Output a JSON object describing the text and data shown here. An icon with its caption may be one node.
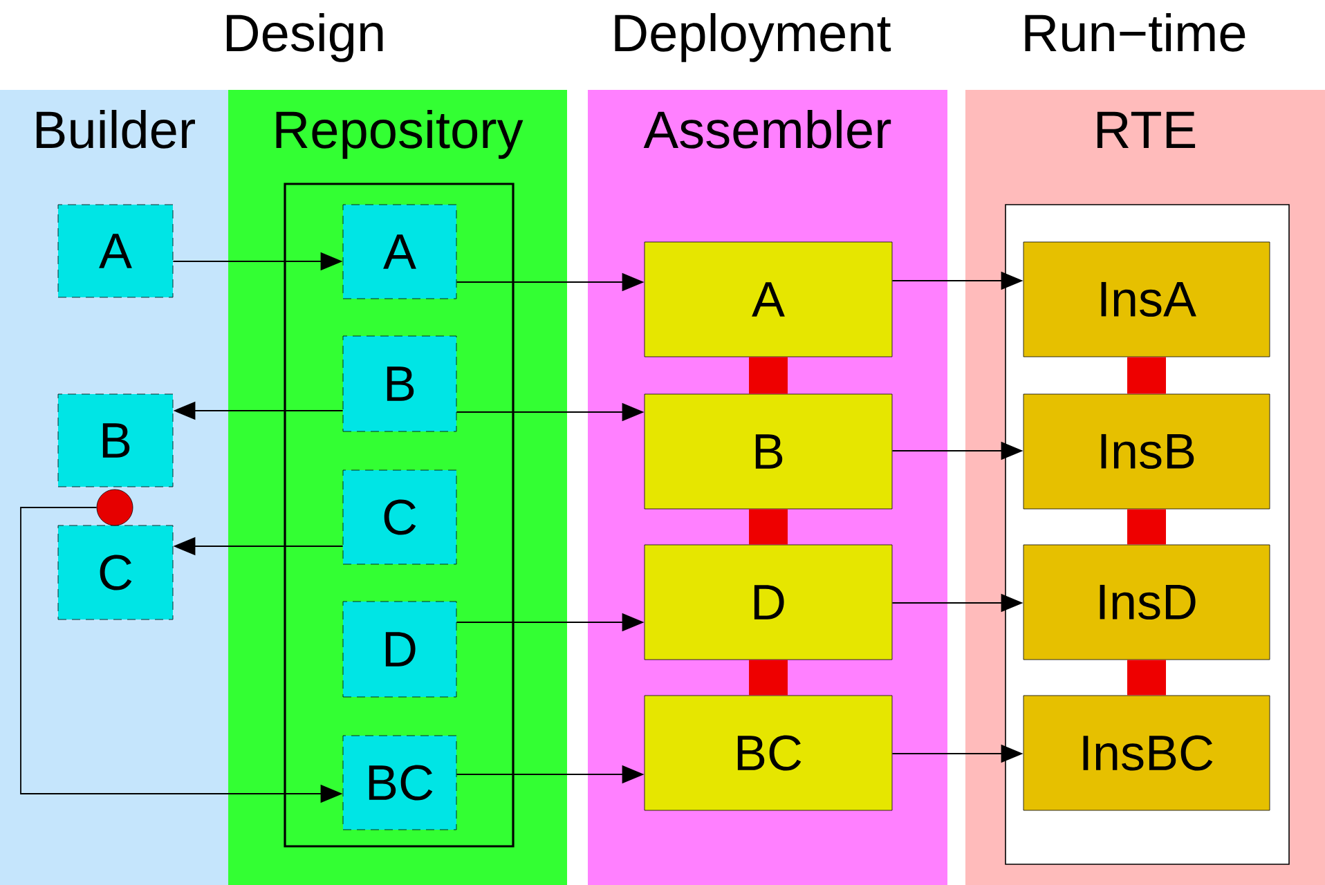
{
  "diagram": {
    "nodes": [
      {
        "text": [
          "Builder"
        ]
      },
      {
        "text": [
          "A"
        ],
        "in": 0
      },
      {
        "text": [
          "B"
        ],
        "in": 0
      },
      {
        "text": [
          "C"
        ],
        "in": 0
      },
      {
        "text": [],
        "shape": "circle",
        "in": 0
      },
      {
        "text": [
          "Repository"
        ]
      },
      {
        "text": [],
        "shape": "box",
        "in": 5
      },
      {
        "text": [
          "A"
        ],
        "in": 6
      },
      {
        "text": [
          "B"
        ],
        "in": 6
      },
      {
        "text": [
          "C"
        ],
        "in": 6
      },
      {
        "text": [
          "D"
        ],
        "in": 6
      },
      {
        "text": [
          "BC"
        ],
        "in": 6
      },
      {
        "text": [
          "Assembler"
        ]
      },
      {
        "text": [
          "A"
        ],
        "in": 12
      },
      {
        "text": [
          "B"
        ],
        "in": 12
      },
      {
        "text": [
          "D"
        ],
        "in": 12
      },
      {
        "text": [
          "BC"
        ],
        "in": 12
      },
      {
        "text": [
          "RTE"
        ]
      },
      {
        "text": [],
        "shape": "box",
        "in": 17
      },
      {
        "text": [
          "InsA"
        ],
        "in": 18
      },
      {
        "text": [
          "InsB"
        ],
        "in": 18
      },
      {
        "text": [
          "InsD"
        ],
        "in": 18
      },
      {
        "text": [
          "InsBC"
        ],
        "in": 18
      }
    ],
    "edges": [
      {
        "from": 1,
        "to": 7,
        "arrow": "to"
      },
      {
        "from": 8,
        "to": 2,
        "arrow": "to"
      },
      {
        "from": 9,
        "to": 3,
        "arrow": "to"
      },
      {
        "from": 4,
        "to": 11,
        "arrow": "to"
      },
      {
        "from": 7,
        "to": 13,
        "arrow": "to"
      },
      {
        "from": 8,
        "to": 14,
        "arrow": "to"
      },
      {
        "from": 10,
        "to": 15,
        "arrow": "to"
      },
      {
        "from": 11,
        "to": 16,
        "arrow": "to"
      },
      {
        "from": 13,
        "to": 19,
        "arrow": "to"
      },
      {
        "from": 14,
        "to": 20,
        "arrow": "to"
      },
      {
        "from": 15,
        "to": 21,
        "arrow": "to"
      },
      {
        "from": 16,
        "to": 22,
        "arrow": "to"
      },
      {
        "from": 13,
        "to": 14,
        "arrow": "none",
        "style": "thick",
        "color": "#ee0000"
      },
      {
        "from": 14,
        "to": 15,
        "arrow": "none",
        "style": "thick",
        "color": "#ee0000"
      },
      {
        "from": 15,
        "to": 16,
        "arrow": "none",
        "style": "thick",
        "color": "#ee0000"
      },
      {
        "from": 19,
        "to": 20,
        "arrow": "none",
        "style": "thick",
        "color": "#ee0000"
      },
      {
        "from": 20,
        "to": 21,
        "arrow": "none",
        "style": "thick",
        "color": "#ee0000"
      },
      {
        "from": 21,
        "to": 22,
        "arrow": "none",
        "style": "thick",
        "color": "#ee0000"
      }
    ],
    "labels": [
      "Design",
      "Deployment",
      "Run−time"
    ]
  }
}
